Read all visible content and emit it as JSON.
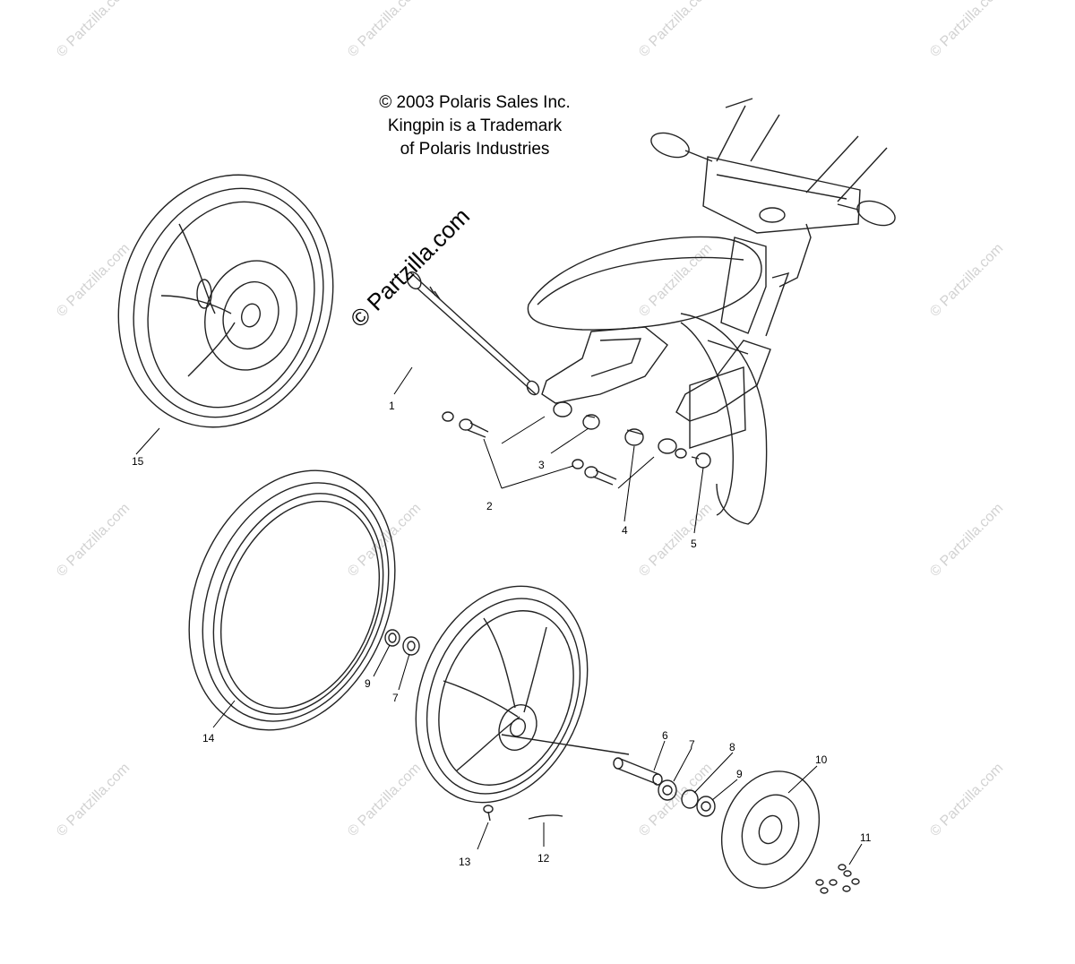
{
  "header": {
    "copyright_lines": [
      "© 2003 Polaris Sales Inc.",
      "Kingpin is a Trademark",
      "of Polaris Industries"
    ]
  },
  "watermark": {
    "text": "© Partzilla.com"
  },
  "callouts": {
    "axle": "1",
    "screws_2": "2",
    "spacer_3": "3",
    "spacer_4": "4",
    "nut_5": "5",
    "spacer_6": "6",
    "bearing_7_left": "7",
    "bearing_7_right": "7",
    "ring_8": "8",
    "seal_9_left": "9",
    "seal_9_right": "9",
    "rotor_10": "10",
    "bolts_11": "11",
    "weight_12": "12",
    "valve_13": "13",
    "tire_14": "14",
    "wheel_15": "15"
  }
}
